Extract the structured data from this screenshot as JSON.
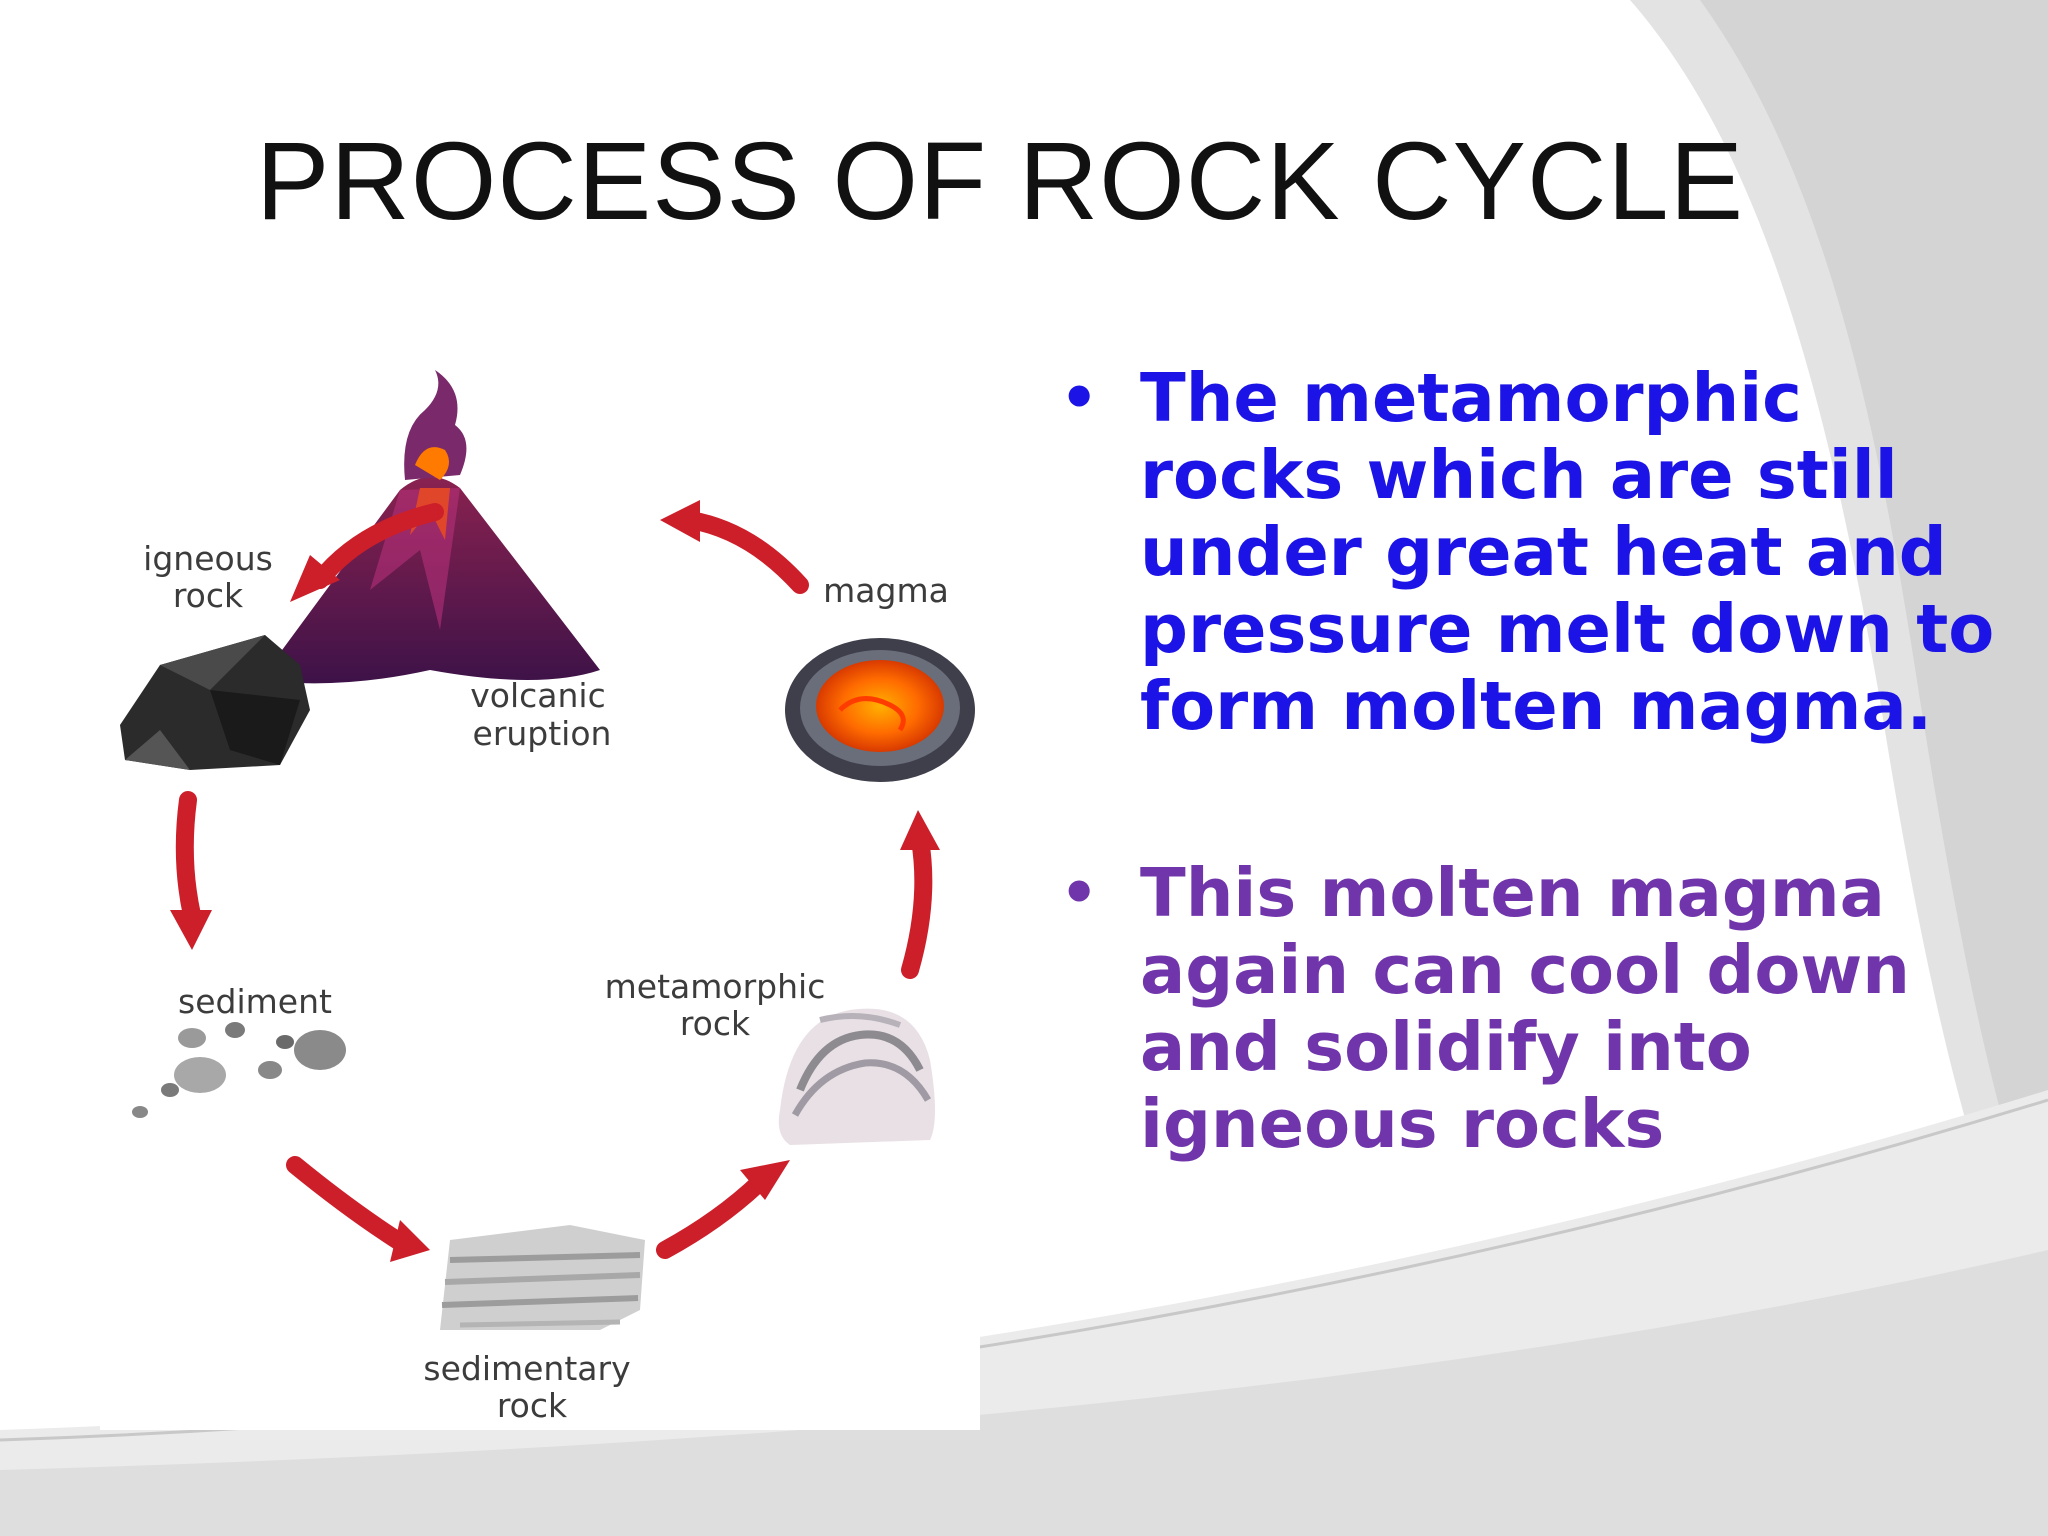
{
  "slide": {
    "title": "PROCESS OF ROCK CYCLE"
  },
  "diagram": {
    "labels": {
      "igneous_rock": [
        "igneous",
        "rock"
      ],
      "volcanic_eruption": [
        "volcanic",
        "eruption"
      ],
      "magma": "magma",
      "sediment": "sediment",
      "metamorphic_rock": [
        "metamorphic",
        "rock"
      ],
      "sedimentary_rock": [
        "sedimentary",
        "rock"
      ]
    },
    "colors": {
      "arrow": "#cc1f2a",
      "volcano": "#5c1a4f",
      "lava": "#ff6a00"
    }
  },
  "bullets": [
    {
      "marker": "•",
      "text": "The metamorphic rocks  which are still under great heat and pressure melt  down to form molten magma."
    },
    {
      "marker": "•",
      "text": "This molten magma again  can cool down and solidify into igneous rocks"
    }
  ],
  "colors": {
    "bullet_1": "#1c14e6",
    "bullet_2": "#7035ab",
    "title": "#111111"
  }
}
